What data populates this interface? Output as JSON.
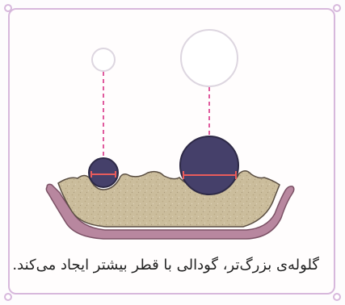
{
  "caption": "گلوله‌ی بزرگ‌تر، گودالی با قطر بیشتر ایجاد می‌کند.",
  "colors": {
    "frame": "#d7b8dc",
    "sand": "#cbbd9c",
    "dish": "#b8879f",
    "ball": "#45406a",
    "dashed_line": "#e05b9e",
    "diameter_line": "#e85c5c",
    "ghost_ball": "#ede7ef"
  },
  "icons": [
    "small-ball",
    "large-ball",
    "sand-tray"
  ]
}
